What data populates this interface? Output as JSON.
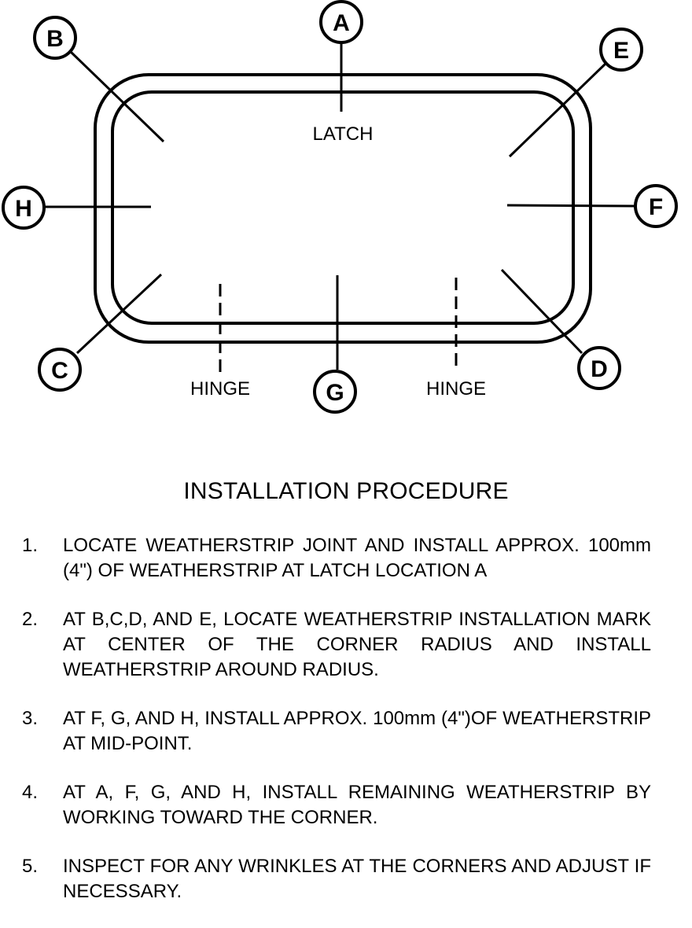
{
  "diagram": {
    "callouts": [
      {
        "id": "A",
        "label": "A"
      },
      {
        "id": "B",
        "label": "B"
      },
      {
        "id": "C",
        "label": "C"
      },
      {
        "id": "D",
        "label": "D"
      },
      {
        "id": "E",
        "label": "E"
      },
      {
        "id": "F",
        "label": "F"
      },
      {
        "id": "G",
        "label": "G"
      },
      {
        "id": "H",
        "label": "H"
      }
    ],
    "latch_label": "LATCH",
    "hinge_left_label": "HINGE",
    "hinge_right_label": "HINGE"
  },
  "procedure": {
    "title": "INSTALLATION PROCEDURE",
    "steps": [
      {
        "number": "1.",
        "text": "LOCATE WEATHERSTRIP JOINT AND INSTALL APPROX. 100mm (4\") OF WEATHERSTRIP AT LATCH LOCATION A"
      },
      {
        "number": "2.",
        "text": "AT B,C,D, AND E, LOCATE WEATHERSTRIP INSTALLATION MARK AT CENTER OF THE CORNER RADIUS AND INSTALL WEATHERSTRIP AROUND RADIUS."
      },
      {
        "number": "3.",
        "text": "AT F, G, AND H, INSTALL APPROX. 100mm (4\")OF WEATHERSTRIP AT MID-POINT."
      },
      {
        "number": "4.",
        "text": "AT A, F, G, AND H, INSTALL REMAINING WEATHERSTRIP BY WORKING TOWARD THE CORNER."
      },
      {
        "number": "5.",
        "text": "INSPECT FOR ANY WRINKLES AT THE CORNERS AND ADJUST IF NECESSARY."
      }
    ]
  }
}
